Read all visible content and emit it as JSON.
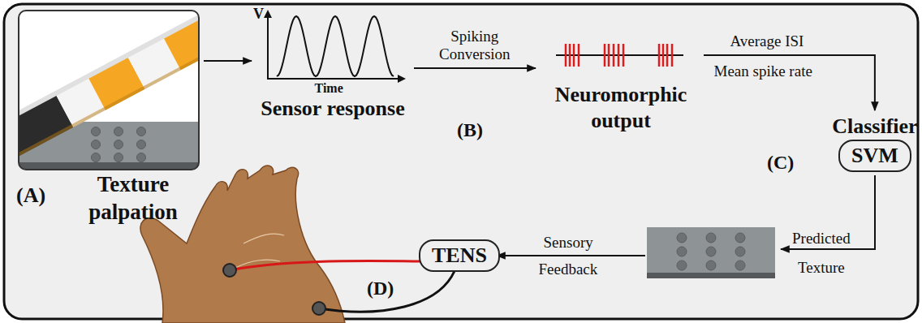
{
  "diagram": {
    "nodes": [
      {
        "text": [
          "Texture palpation"
        ]
      },
      {
        "text": [
          "Sensor response"
        ]
      },
      {
        "text": [
          "Neuromorphic output"
        ]
      },
      {
        "text": [
          "Classifier",
          "SVM"
        ]
      },
      {
        "text": [
          "TENS"
        ]
      }
    ],
    "edges": [
      {
        "from": 0,
        "to": 1,
        "arrow": "to"
      },
      {
        "from": 1,
        "to": 2,
        "label": "Spiking Conversion",
        "arrow": "to"
      },
      {
        "from": 2,
        "to": 3,
        "label": "Average ISI",
        "arrow": "to"
      }
    ],
    "labels": [
      "(A)",
      "V",
      "Time",
      "(B)",
      "Mean spike rate",
      "(C)",
      "Predicted",
      "Texture",
      "Sensory",
      "Feedback",
      "(D)"
    ]
  }
}
